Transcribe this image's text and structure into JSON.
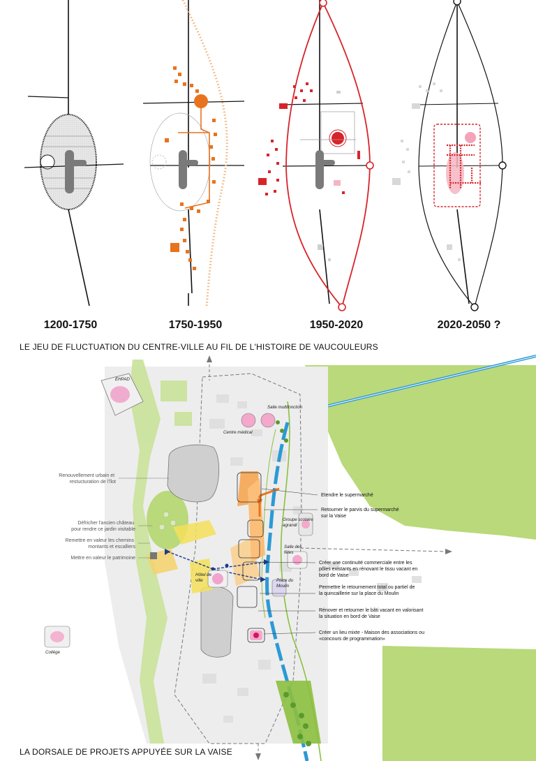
{
  "periods": [
    "1200-1750",
    "1750-1950",
    "1950-2020",
    "2020-2050 ?"
  ],
  "caption_top": "LE JEU DE FLUCTUATION DU CENTRE-VILLE AU FIL DE L'HISTOIRE DE VAUCOULEURS",
  "caption_bottom": "LA DORSALE DE PROJETS APPUYÉE SUR LA VAISE",
  "map_labels_italic": {
    "ehpad": "EHPAD",
    "salle_multifonction": "Salle multifonction",
    "centre_medical": "Centre médical",
    "groupe_scolaire": [
      "Groupe scolaire",
      "agrandi"
    ],
    "salle_des_fetes": [
      "Salle des",
      "fêtes"
    ],
    "hotel_de_ville": [
      "Hôtel de",
      "ville"
    ],
    "place_du_moulin": [
      "Place du",
      "Moulin"
    ],
    "college": "Collège"
  },
  "left_annotations": [
    [
      "Renouvellement urbain et",
      "restucturation de l'îlot"
    ],
    [
      "Défricher l'ancien château",
      "pour rendre ce jardin visitable"
    ],
    [
      "Remettre en valeur les chemins",
      "montants et escalliers"
    ],
    [
      "Mettre en valeur le patrimoine"
    ]
  ],
  "right_annotations": [
    [
      "Etendre le supermarché"
    ],
    [
      "Retourner le parvis du supermarché",
      "sur la Vaise"
    ],
    [
      "Créer une continuité commerciale entre les",
      "pôles existants en rénovant le tissu vacant en",
      "bord de Vaise"
    ],
    [
      "Permettre le retournement total ou partiel de",
      "la quincaillerie sur la place du Moulin"
    ],
    [
      "Rénover et retourner le bâti vacant en valorisant",
      "la situation en bord de Vaise"
    ],
    [
      "Créer un lieu mixte - Maison des associations ou",
      "«concours de programmation»"
    ]
  ],
  "colors": {
    "historic_grey": "#7a7a7a",
    "expansion_orange": "#e8731e",
    "modern_red": "#d8232a",
    "future_pink": "#e8a0b4",
    "green_space": "#b9d97a",
    "river_blue": "#2b9ad6",
    "project_yellow": "#f5e15a"
  }
}
